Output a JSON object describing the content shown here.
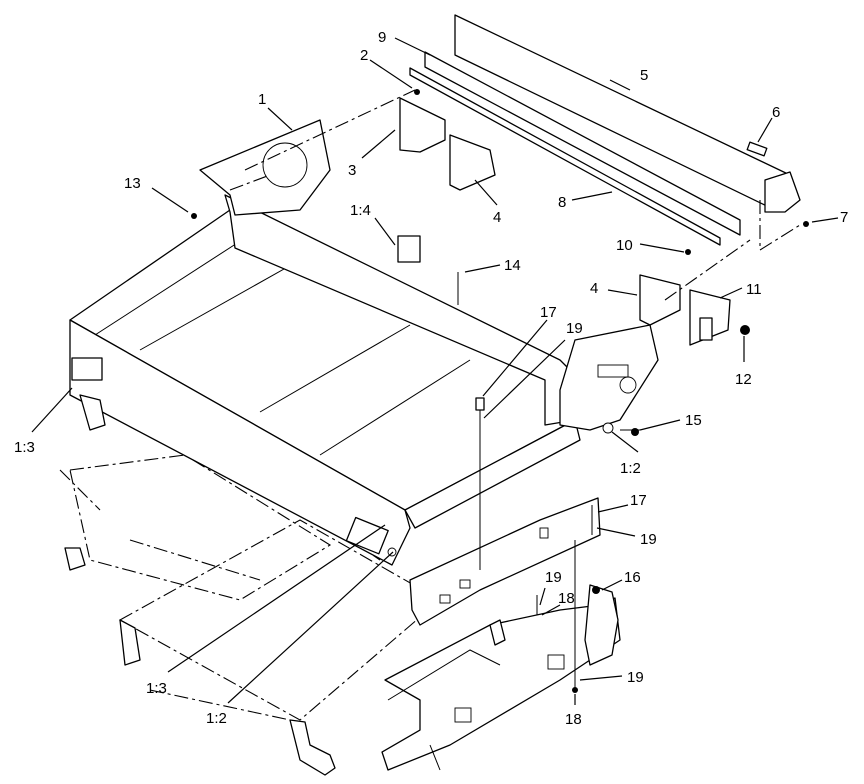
{
  "diagram": {
    "labels": {
      "l1": "1",
      "l2": "2",
      "l3": "3",
      "l4a": "4",
      "l4b": "4",
      "l5": "5",
      "l6": "6",
      "l7": "7",
      "l8": "8",
      "l9": "9",
      "l10": "10",
      "l11": "11",
      "l12": "12",
      "l13": "13",
      "l14": "14",
      "l15": "15",
      "l16": "16",
      "l17a": "17",
      "l17b": "17",
      "l18a": "18",
      "l18b": "18",
      "l19a": "19",
      "l19b": "19",
      "l19c": "19",
      "l19d": "19",
      "r14": "1:4",
      "r13a": "1:3",
      "r13b": "1:3",
      "r12a": "1:2",
      "r12b": "1:2"
    }
  }
}
